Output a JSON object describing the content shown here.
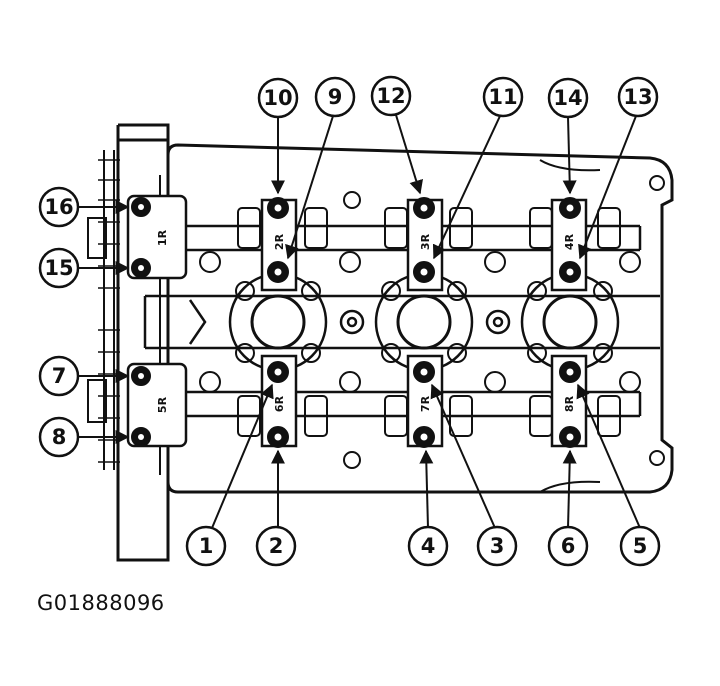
{
  "figure_id": "G01888096",
  "callouts": [
    {
      "number": "1"
    },
    {
      "number": "2"
    },
    {
      "number": "3"
    },
    {
      "number": "4"
    },
    {
      "number": "5"
    },
    {
      "number": "6"
    },
    {
      "number": "7"
    },
    {
      "number": "8"
    },
    {
      "number": "9"
    },
    {
      "number": "10"
    },
    {
      "number": "11"
    },
    {
      "number": "12"
    },
    {
      "number": "13"
    },
    {
      "number": "14"
    },
    {
      "number": "15"
    },
    {
      "number": "16"
    }
  ],
  "bearing_caps": [
    {
      "label": "1R"
    },
    {
      "label": "2R"
    },
    {
      "label": "3R"
    },
    {
      "label": "4R"
    },
    {
      "label": "5R"
    },
    {
      "label": "6R"
    },
    {
      "label": "7R"
    },
    {
      "label": "8R"
    }
  ],
  "colors": {
    "line": "#111111",
    "background": "#ffffff"
  }
}
